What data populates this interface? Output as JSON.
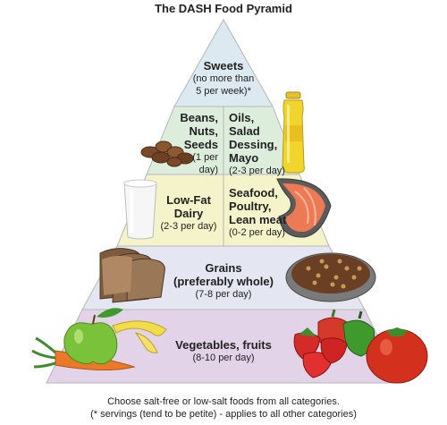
{
  "title": "The DASH Food Pyramid",
  "colors": {
    "sweets": "#dce9f0",
    "oils": "#dceddc",
    "dairy": "#f4f3c9",
    "grains": "#e4e6f1",
    "vegetables": "#e3d3e8",
    "border": "#b7b7b7"
  },
  "tiers": {
    "sweets": {
      "name": "Sweets",
      "detail1": "(no more than",
      "detail2": "5 per week)*"
    },
    "beans": {
      "name1": "Beans,",
      "name2": "Nuts,",
      "name3": "Seeds",
      "detail1": "(1 per",
      "detail2": "day)"
    },
    "oils": {
      "name1": "Oils,",
      "name2": "Salad",
      "name3": "Dessing,",
      "name4": "Mayo",
      "detail": "(2-3 per day)"
    },
    "dairy": {
      "name1": "Low-Fat",
      "name2": "Dairy",
      "detail": "(2-3 per day)"
    },
    "seafood": {
      "name1": "Seafood,",
      "name2": "Poultry,",
      "name3": "Lean meat",
      "detail": "(0-2 per day)"
    },
    "grains": {
      "name1": "Grains",
      "name2": "(preferably whole)",
      "detail": "(7-8 per day)"
    },
    "vegetables": {
      "name": "Vegetables, fruits",
      "detail": "(8-10 per day)"
    }
  },
  "icons": [
    "nuts-icon",
    "oil-bottle-icon",
    "milk-glass-icon",
    "salmon-steak-icon",
    "bread-icon",
    "beans-bowl-icon",
    "apple-icon",
    "banana-icon",
    "carrot-icon",
    "strawberry-icon",
    "pepper-icon",
    "tomato-icon"
  ],
  "footer": {
    "line1": "Choose salt-free or low-salt foods from all categories.",
    "line2": "(* servings (tend to be petite) - applies to all other categories)"
  }
}
